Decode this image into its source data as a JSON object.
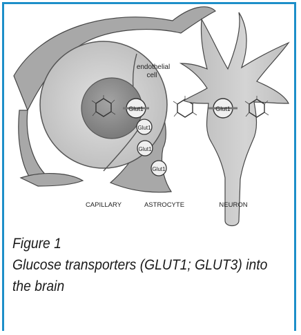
{
  "figure": {
    "labels": {
      "capillary": "CAPILLARY",
      "astrocyte": "ASTROCYTE",
      "neuron": "NEURON",
      "endothelial_cell": [
        "endothelial",
        "cell"
      ],
      "glut1": "Glut1"
    }
  },
  "caption": {
    "number": "Figure 1",
    "line1": "Glucose transporters (GLUT1; GLUT3) into",
    "line2": "the brain"
  },
  "colors": {
    "border": "#1d8fc9",
    "astrocyte_fill": "#a8a8a8",
    "capillary_fill": "#d3d3d3",
    "nucleus_fill": "#8c8c8c",
    "neuron_fill": "#c8c8c8"
  }
}
